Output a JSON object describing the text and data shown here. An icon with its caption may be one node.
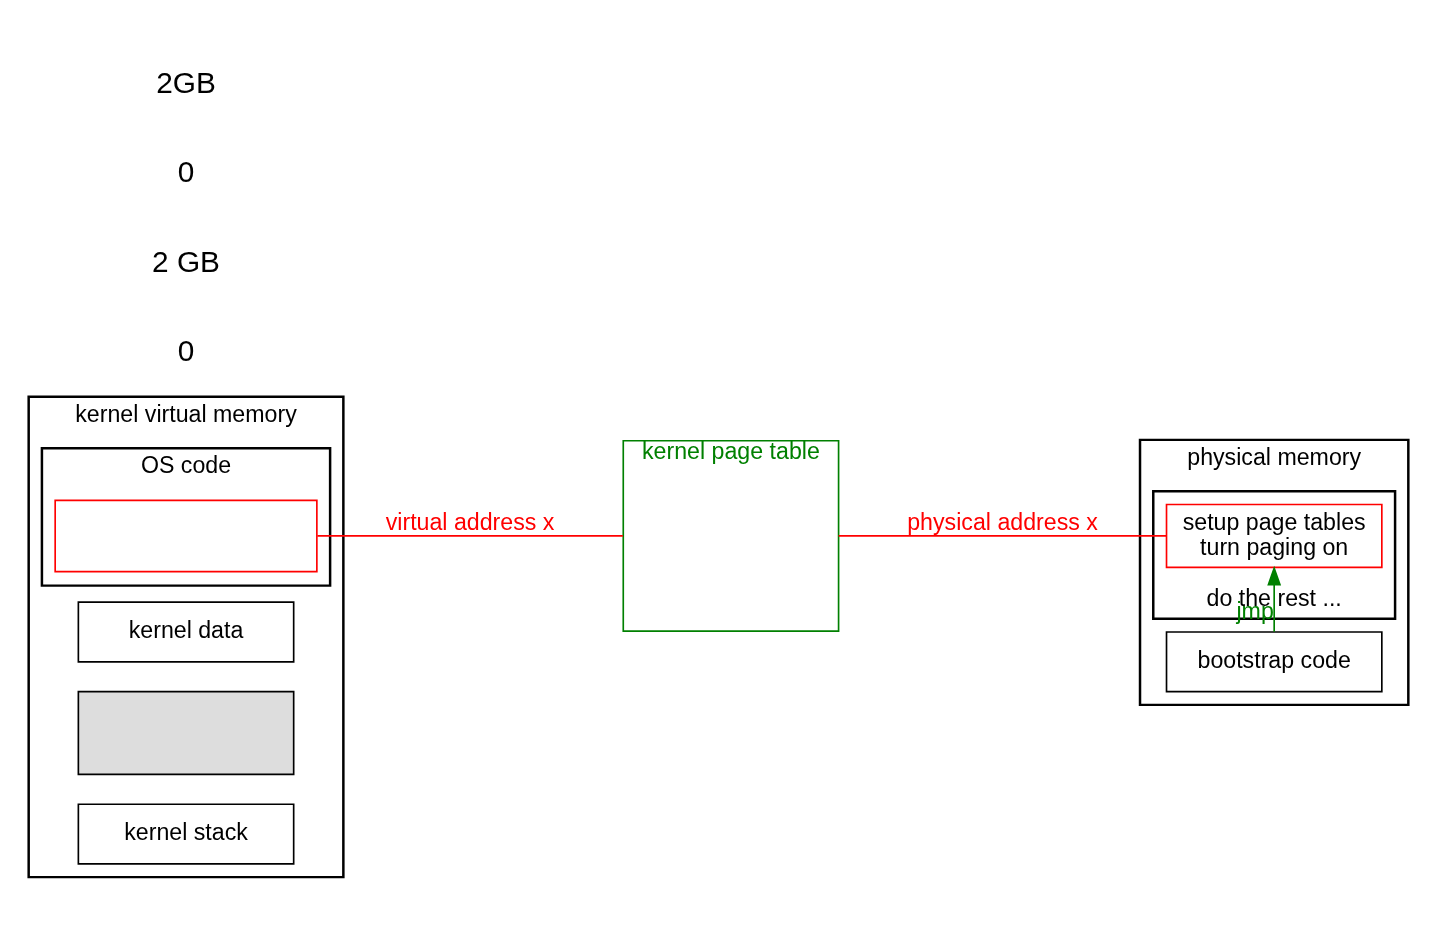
{
  "diagram": {
    "nodes": [
      {
        "text": [
          "kernel virtual memory"
        ]
      },
      {
        "text": [
          "OS code"
        ],
        "in": 0
      },
      {
        "text": [],
        "shape": "box",
        "in": 1
      },
      {
        "text": [
          "kernel data"
        ],
        "in": 0
      },
      {
        "text": [],
        "shape": "box",
        "in": 0
      },
      {
        "text": [
          "kernel stack"
        ],
        "in": 0
      },
      {
        "text": [
          "kernel page table"
        ]
      },
      {
        "text": [
          "physical memory"
        ]
      },
      {
        "text": [
          "bootstrap code"
        ],
        "in": 7
      },
      {
        "text": [
          "do the rest ..."
        ],
        "in": 7
      },
      {
        "text": [
          "setup page tables",
          "turn paging on"
        ],
        "in": 9
      }
    ],
    "edges": [
      {
        "from": 2,
        "to": 6,
        "arrow": "none",
        "label": "virtual address x"
      },
      {
        "from": 6,
        "to": 10,
        "arrow": "none",
        "label": "physical address x"
      },
      {
        "from": 8,
        "to": 10,
        "arrow": "to",
        "label": "jmp",
        "color": "#008000"
      }
    ],
    "labels": [
      "0",
      "2 GB",
      "0",
      "2GB"
    ]
  }
}
